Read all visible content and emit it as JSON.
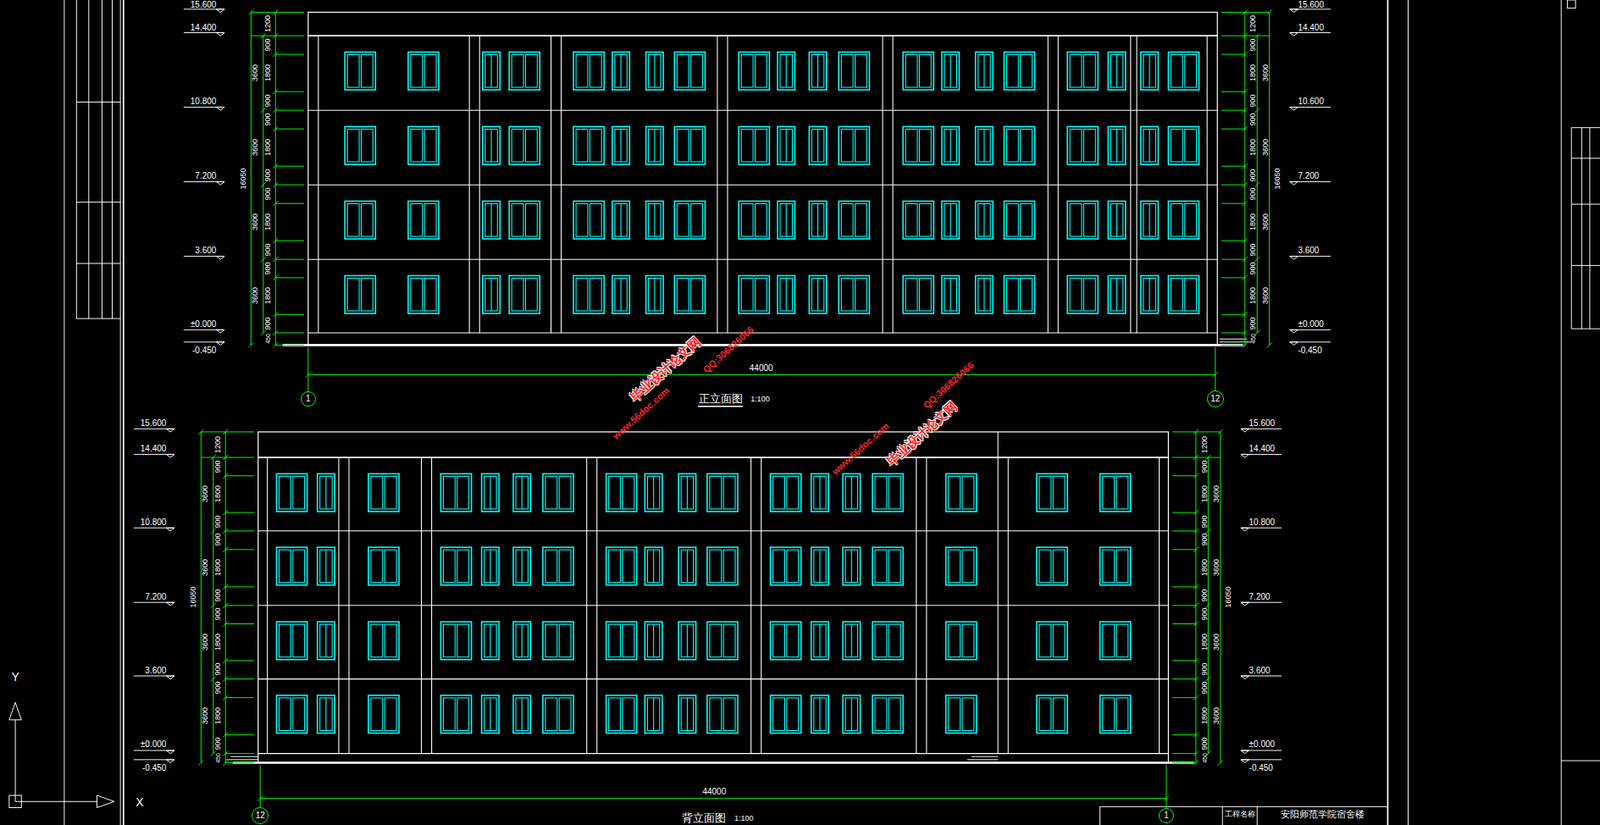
{
  "diagram": {
    "nodes": [
      {
        "text": [
          "1"
        ]
      },
      {
        "text": [
          "12"
        ]
      },
      {
        "text": [
          "12"
        ]
      },
      {
        "text": [
          "1"
        ]
      }
    ],
    "labels": [
      "15.600",
      "14.400",
      "10.800",
      "7.200",
      "3.600",
      "±0.000",
      "-0.450",
      "1200",
      "900",
      "1800",
      "900",
      "900",
      "1800",
      "900",
      "900",
      "1800",
      "900",
      "900",
      "1800",
      "900",
      "450",
      "3600",
      "3600",
      "3600",
      "3600",
      "16050",
      "15.600",
      "14.400",
      "10.600",
      "7.200",
      "3.600",
      "±0.000",
      "-0.450",
      "1200",
      "900",
      "1800",
      "900",
      "900",
      "1800",
      "900",
      "900",
      "1800",
      "900",
      "900",
      "1800",
      "900",
      "450",
      "3600",
      "3600",
      "3600",
      "3600",
      "16050",
      "44000",
      "正立面图",
      "1:100",
      "15.600",
      "14.400",
      "10.800",
      "7.200",
      "3.600",
      "±0.000",
      "-0.450",
      "1200",
      "900",
      "1800",
      "900",
      "900",
      "1800",
      "900",
      "900",
      "1800",
      "900",
      "900",
      "1800",
      "900",
      "450",
      "3600",
      "3600",
      "3600",
      "3600",
      "16050",
      "15.600",
      "14.400",
      "10.800",
      "7.200",
      "3.600",
      "±0.000",
      "-0.450",
      "1200",
      "900",
      "1800",
      "900",
      "900",
      "1800",
      "900",
      "900",
      "1800",
      "900",
      "900",
      "1800",
      "900",
      "450",
      "3600",
      "3600",
      "3600",
      "3600",
      "16050",
      "44000",
      "背立面图",
      "1:100",
      "毕业设计论文网",
      "www.56doc.com",
      "QQ:306826066",
      "www.56doc.com",
      "QQ:306826066",
      "毕业设计论文网",
      "工程名称",
      "安阳师范学院宿舍楼",
      "Y",
      "X"
    ]
  }
}
